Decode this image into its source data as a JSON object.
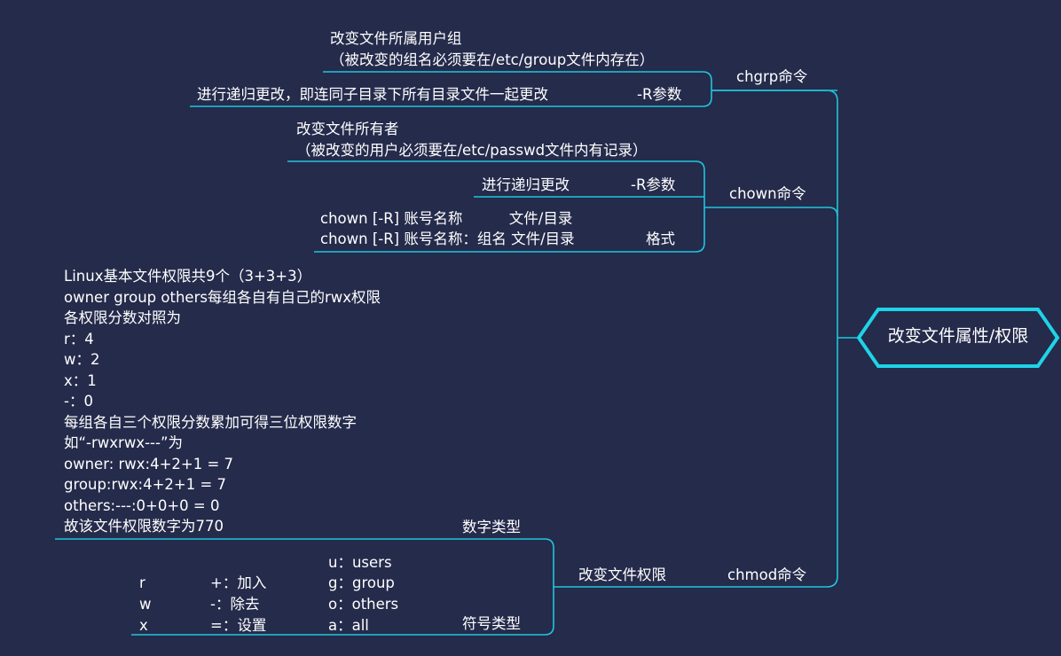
{
  "root": {
    "label": "改变文件属性/权限",
    "color": "#1fd3e8"
  },
  "line_color": "#1fc6dc",
  "background": "#252b4b",
  "chgrp": {
    "label": "chgrp命令",
    "desc_line1": "改变文件所属用户组",
    "desc_line2": "（被改变的组名必须要在/etc/group文件内存在）",
    "recursive_desc": "进行递归更改，即连同子目录下所有目录文件一起更改",
    "recursive_label": "-R参数"
  },
  "chown": {
    "label": "chown命令",
    "desc_line1": "改变文件所有者",
    "desc_line2": "（被改变的用户必须要在/etc/passwd文件内有记录）",
    "recursive_desc": "进行递归更改",
    "recursive_label": "-R参数",
    "format_line1": "chown [-R] 账号名称          文件/目录",
    "format_line2": "chown [-R] 账号名称：组名 文件/目录",
    "format_label": "格式"
  },
  "chmod": {
    "label": "chmod命令",
    "sub_label": "改变文件权限",
    "numeric": {
      "label": "数字类型",
      "lines": [
        "Linux基本文件权限共9个（3+3+3）",
        "owner group others每组各自有自己的rwx权限",
        "各权限分数对照为",
        "r：4",
        "w：2",
        "x：1",
        "-：0",
        "每组各自三个权限分数累加可得三位权限数字",
        "如“-rwxrwx---”为",
        "owner: rwx:4+2+1 = 7",
        "group:rwx:4+2+1 = 7",
        "others:---:0+0+0 = 0",
        "故该文件权限数字为770"
      ]
    },
    "symbolic": {
      "label": "符号类型",
      "perms": [
        "r",
        "w",
        "x"
      ],
      "ops": [
        "+：加入",
        "-：除去",
        "=：设置"
      ],
      "who": [
        "u：users",
        "g：group",
        "o：others",
        "a：all"
      ]
    }
  }
}
